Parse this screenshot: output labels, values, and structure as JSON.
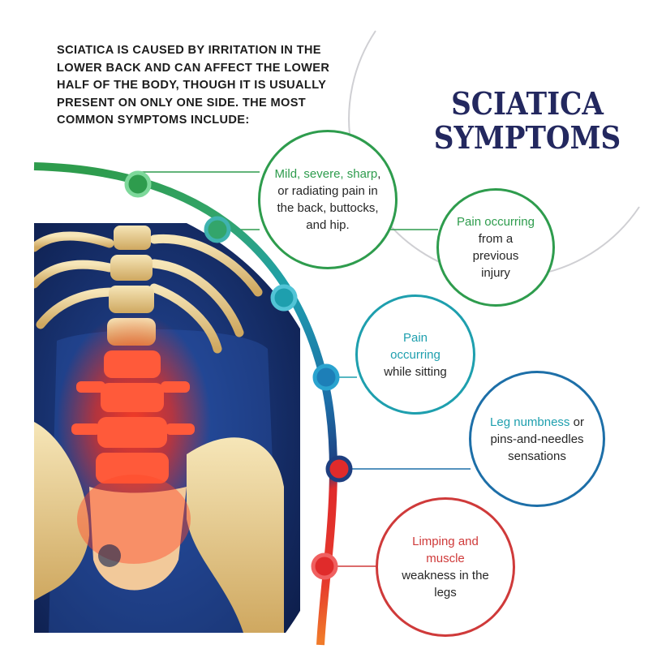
{
  "intro_text": "SCIATICA IS CAUSED BY IRRITATION IN THE LOWER BACK AND CAN AFFECT THE LOWER HALF OF THE BODY, THOUGH IT IS USUALLY PRESENT ON ONLY ONE SIDE. THE MOST COMMON SYMPTOMS INCLUDE:",
  "title": {
    "line1": "SCIATICA",
    "line2": "SYMPTOMS"
  },
  "symptoms": [
    {
      "highlight": "Mild, severe, sharp",
      "rest": ", or radiating pain in the back, buttocks, and hip.",
      "color": "#2e9c4d"
    },
    {
      "highlight": "Pain occurring",
      "rest": "from a previous injury",
      "color": "#2e9c4d"
    },
    {
      "highlight": "Pain occurring",
      "rest": "while sitting",
      "color": "#1e9fae"
    },
    {
      "highlight": "Leg numbness",
      "rest": " or pins-and-needles sensations",
      "color": "#1e7fae"
    },
    {
      "highlight": "Limping and muscle",
      "rest": "weakness in the legs",
      "color": "#cf3a3a"
    }
  ],
  "colors": {
    "title": "#23285f",
    "arc_green": "#2e9c4d",
    "arc_teal": "#1e9fae",
    "arc_blue": "#1d6fa8",
    "arc_red": "#e02b2b",
    "arc_orange": "#f07a2a",
    "xray_background": "#16306a"
  }
}
